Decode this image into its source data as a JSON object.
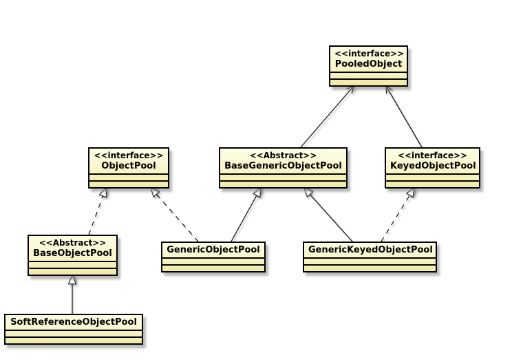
{
  "diagram": {
    "kind": "uml-class-diagram",
    "background_color": "#ffffff",
    "node_fill_color": "#fefece",
    "node_border_color": "#000000",
    "edge_color": "#1a1a1a",
    "nodes": [
      {
        "id": "pooled-object",
        "stereotype": "<<interface>>",
        "name": "PooledObject"
      },
      {
        "id": "object-pool",
        "stereotype": "<<interface>>",
        "name": "ObjectPool"
      },
      {
        "id": "base-generic-object-pool",
        "stereotype": "<<Abstract>>",
        "name": "BaseGenericObjectPool"
      },
      {
        "id": "keyed-object-pool",
        "stereotype": "<<interface>>",
        "name": "KeyedObjectPool"
      },
      {
        "id": "base-object-pool",
        "stereotype": "<<Abstract>>",
        "name": "BaseObjectPool"
      },
      {
        "id": "generic-object-pool",
        "name": "GenericObjectPool"
      },
      {
        "id": "generic-keyed-object-pool",
        "name": "GenericKeyedObjectPool"
      },
      {
        "id": "soft-reference-object-pool",
        "name": "SoftReferenceObjectPool"
      }
    ],
    "edges": [
      {
        "from": "BaseGenericObjectPool",
        "to": "PooledObject",
        "relation": "association",
        "line": "solid",
        "head": "open-arrow"
      },
      {
        "from": "KeyedObjectPool",
        "to": "PooledObject",
        "relation": "association",
        "line": "solid",
        "head": "open-arrow"
      },
      {
        "from": "BaseObjectPool",
        "to": "ObjectPool",
        "relation": "realization",
        "line": "dashed",
        "head": "hollow-triangle"
      },
      {
        "from": "GenericObjectPool",
        "to": "ObjectPool",
        "relation": "realization",
        "line": "dashed",
        "head": "hollow-triangle"
      },
      {
        "from": "GenericObjectPool",
        "to": "BaseGenericObjectPool",
        "relation": "generalization",
        "line": "solid",
        "head": "hollow-triangle"
      },
      {
        "from": "GenericKeyedObjectPool",
        "to": "BaseGenericObjectPool",
        "relation": "generalization",
        "line": "solid",
        "head": "hollow-triangle"
      },
      {
        "from": "GenericKeyedObjectPool",
        "to": "KeyedObjectPool",
        "relation": "realization",
        "line": "dashed",
        "head": "hollow-triangle"
      },
      {
        "from": "SoftReferenceObjectPool",
        "to": "BaseObjectPool",
        "relation": "generalization",
        "line": "solid",
        "head": "hollow-triangle"
      }
    ]
  }
}
